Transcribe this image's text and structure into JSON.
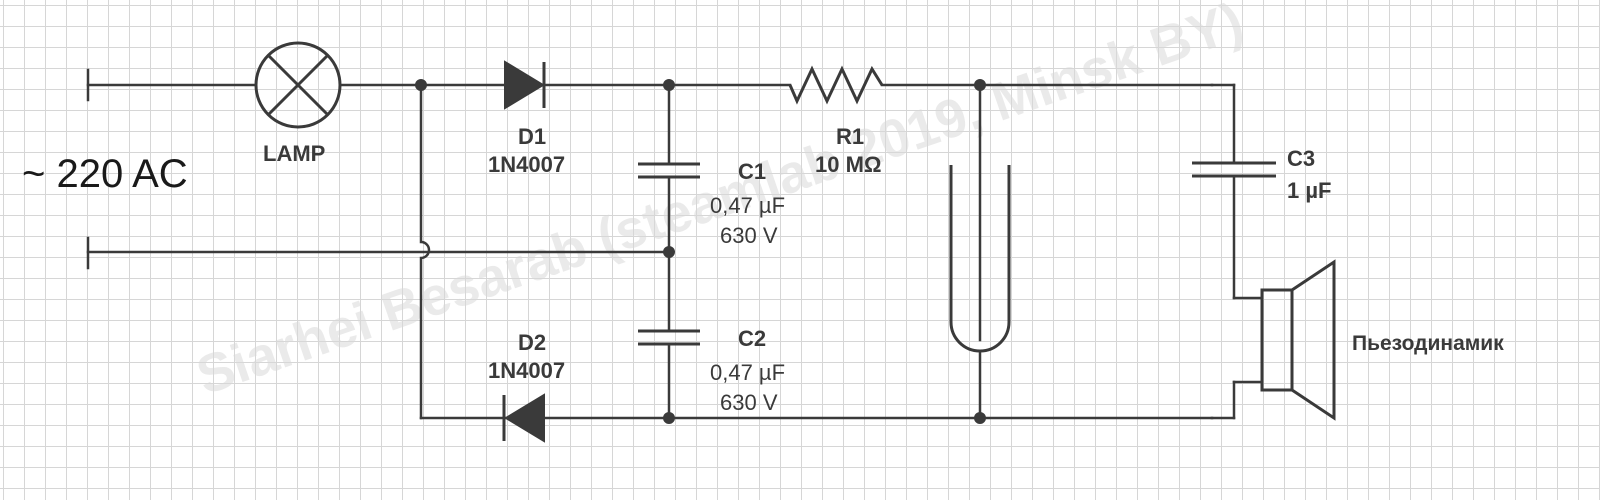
{
  "watermark": "Siarhei Besarab (steamlab 2019, Minsk BY)",
  "supply": {
    "label": "~ 220 AC"
  },
  "lamp": {
    "label": "LAMP"
  },
  "d1": {
    "ref": "D1",
    "part": "1N4007"
  },
  "d2": {
    "ref": "D2",
    "part": "1N4007"
  },
  "c1": {
    "ref": "C1",
    "value": "0,47 µF",
    "voltage": "630 V"
  },
  "c2": {
    "ref": "C2",
    "value": "0,47 µF",
    "voltage": "630 V"
  },
  "r1": {
    "ref": "R1",
    "value": "10 MΩ"
  },
  "c3": {
    "ref": "C3",
    "value": "1 µF"
  },
  "speaker": {
    "label": "Пьезодинамик"
  },
  "colors": {
    "ink": "#3a3a3a",
    "grid": "#d6d6d6",
    "background": "#ffffff"
  }
}
